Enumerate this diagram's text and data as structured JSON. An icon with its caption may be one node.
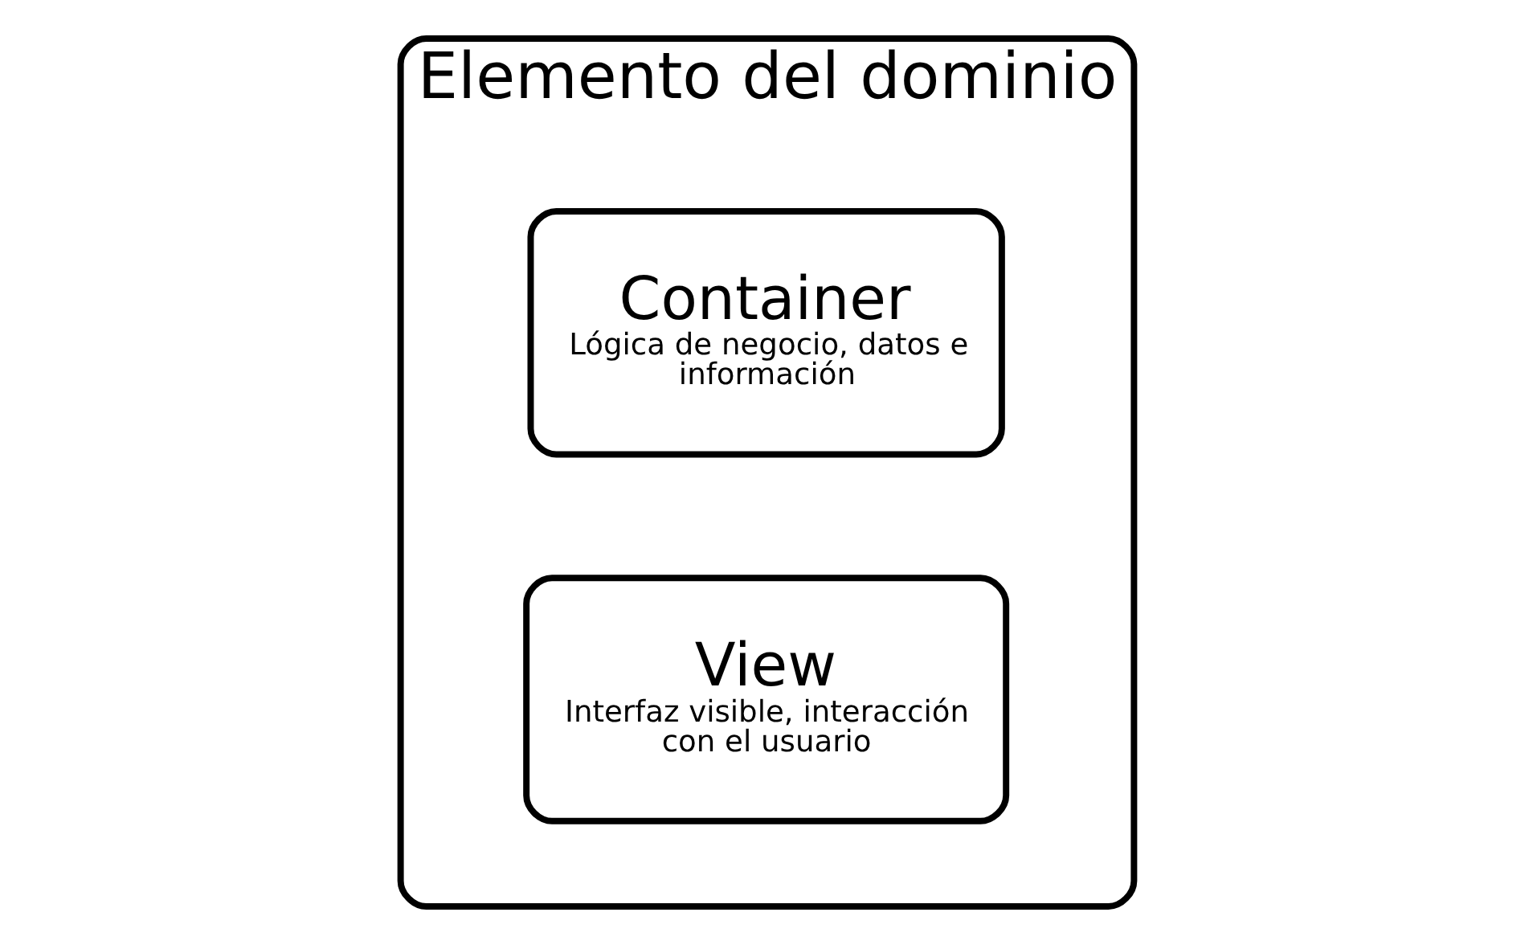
{
  "diagram": {
    "nodes": [
      {
        "text": [
          "Elemento del dominio"
        ]
      },
      {
        "text": [
          "Container",
          "Lógica de negocio, datos e información"
        ],
        "in": 0
      },
      {
        "text": [
          "View",
          "Interfaz visible, interacción con el usuario"
        ],
        "in": 0
      }
    ]
  }
}
